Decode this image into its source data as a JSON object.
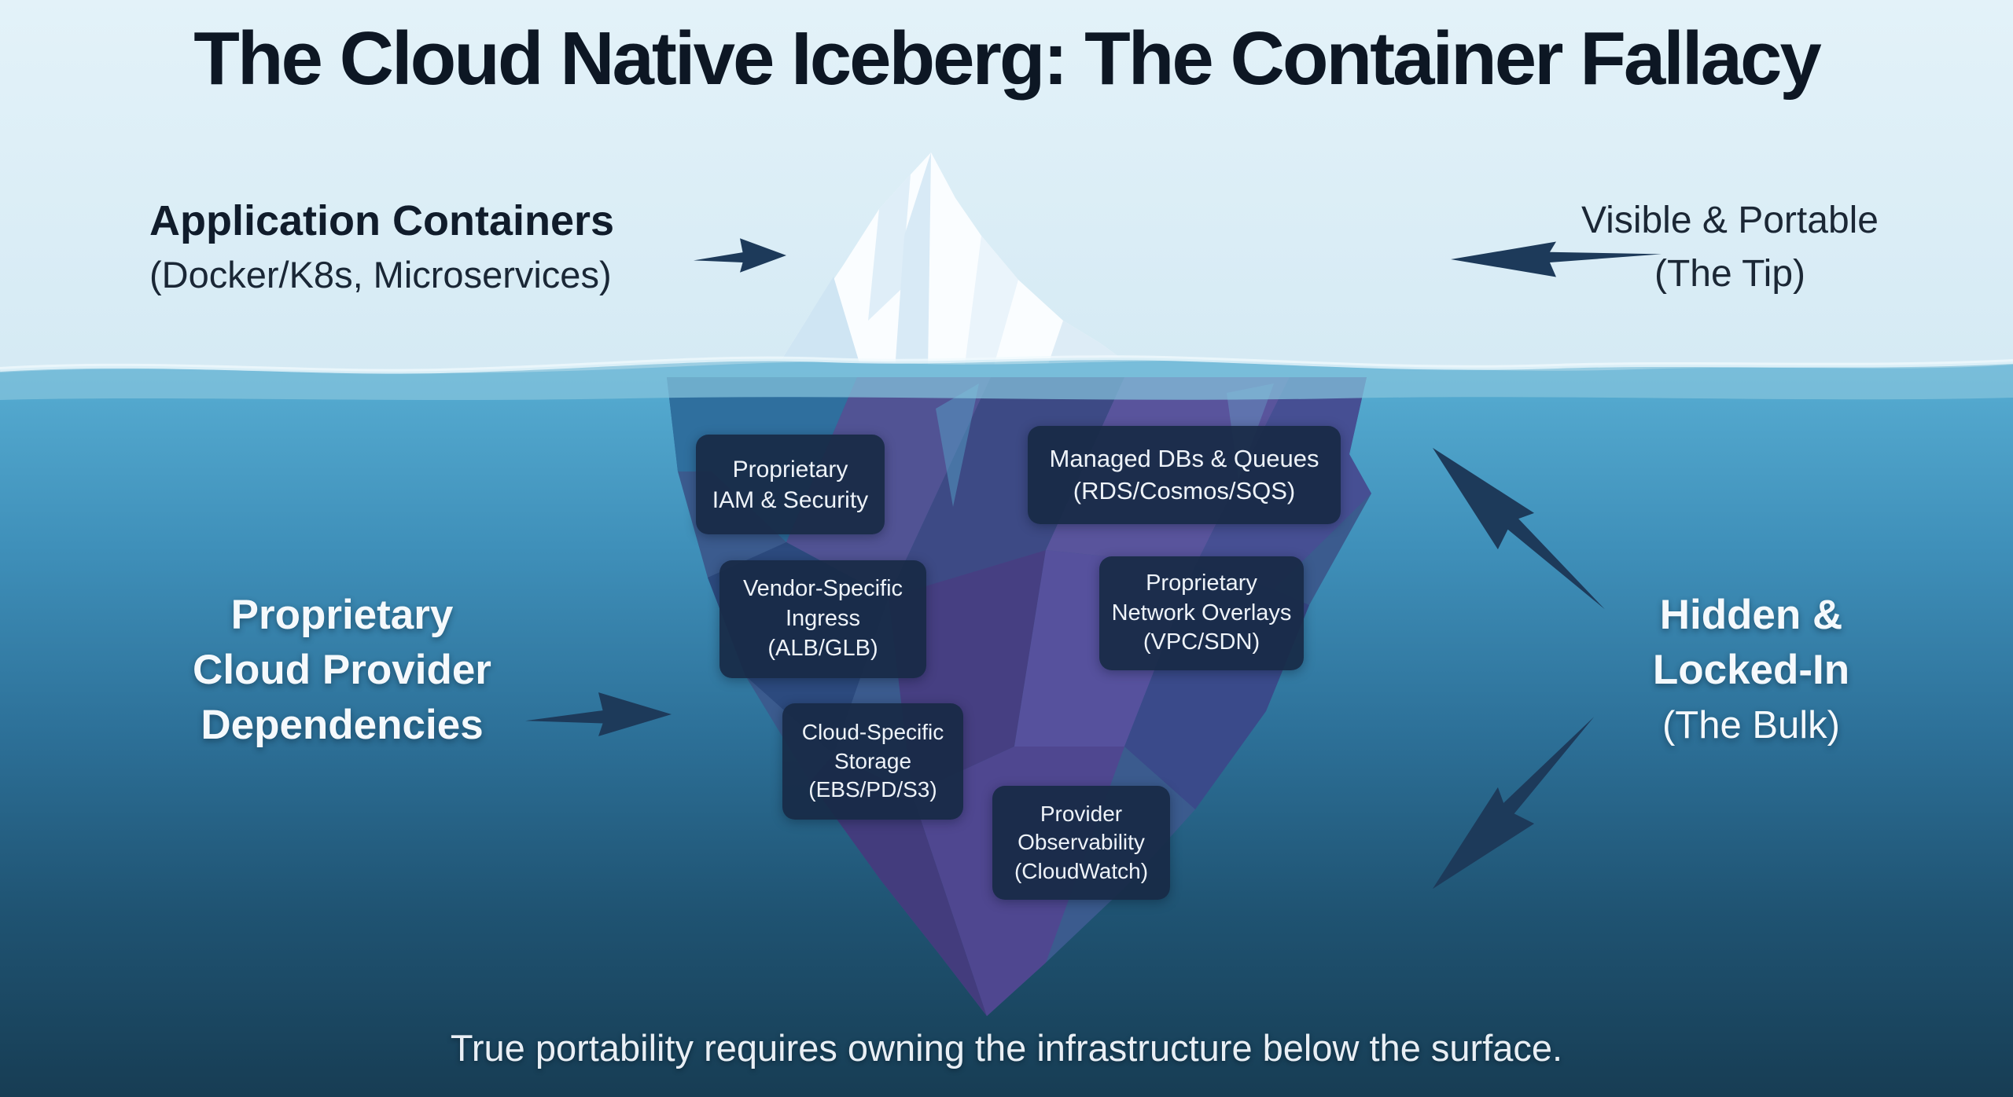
{
  "title": "The Cloud Native Iceberg: The Container Fallacy",
  "above_water": {
    "left_label": {
      "line1": "Application Containers",
      "line2": "(Docker/K8s, Microservices)"
    },
    "right_label": {
      "line1": "Visible & Portable",
      "line2": "(The Tip)"
    }
  },
  "below_water": {
    "left_label": {
      "text": "Proprietary\nCloud Provider\nDependencies"
    },
    "right_label": {
      "bold_lines": "Hidden &\nLocked-In",
      "sub_line": "(The Bulk)"
    }
  },
  "boxes": [
    {
      "id": "iam",
      "text": "Proprietary\nIAM & Security"
    },
    {
      "id": "dbs",
      "text": "Managed DBs & Queues\n(RDS/Cosmos/SQS)"
    },
    {
      "id": "ingress",
      "text": "Vendor-Specific\nIngress\n(ALB/GLB)"
    },
    {
      "id": "network",
      "text": "Proprietary\nNetwork Overlays\n(VPC/SDN)"
    },
    {
      "id": "storage",
      "text": "Cloud-Specific\nStorage\n(EBS/PD/S3)"
    },
    {
      "id": "observability",
      "text": "Provider\nObservability\n(CloudWatch)"
    }
  ],
  "caption": "True portability requires owning the infrastructure below the surface.",
  "icons": {
    "top_left": "arrow-right-icon",
    "top_right": "arrow-left-icon",
    "mid_left": "arrow-right-icon",
    "right_up": "arrow-up-left-icon",
    "right_down": "arrow-down-left-icon"
  },
  "colors": {
    "sky": "#dceef7",
    "water_surface": "#58aed3",
    "water_deep": "#173d54",
    "waterline_band": "#85c3dc",
    "iceberg_above": "#fafdff",
    "iceberg_below_purple": "#51538f",
    "box_background": "#182a46",
    "box_text": "#eef3f9",
    "arrow": "#1d3a5a",
    "title_text": "#0d1724",
    "caption_text": "#e9eff5"
  }
}
